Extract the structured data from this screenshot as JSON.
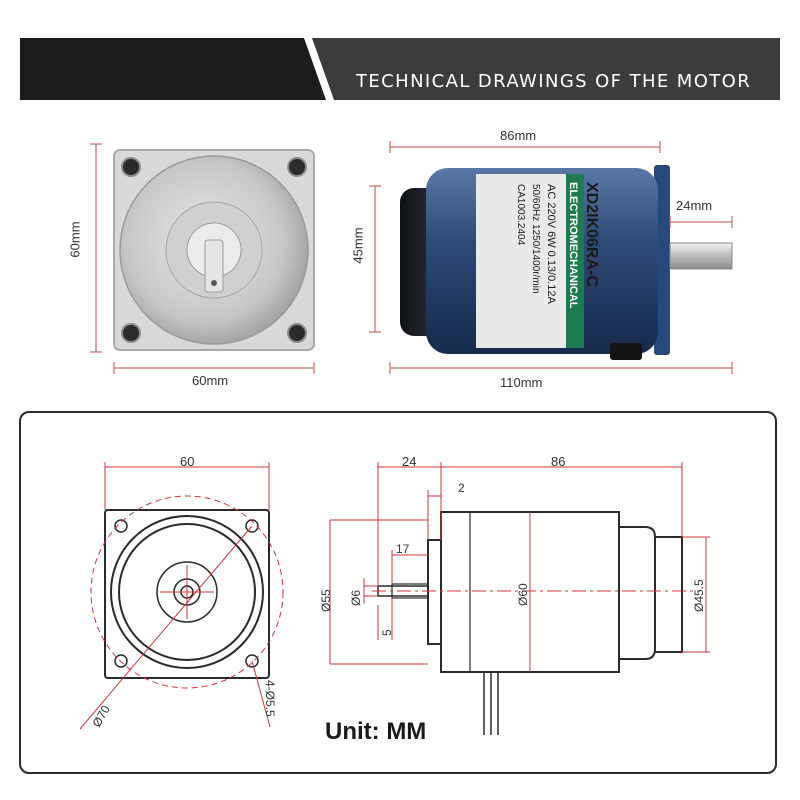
{
  "banner": {
    "title": "TECHNICAL DRAWINGS OF THE MOTOR",
    "colors": {
      "dark": "#1c1c1c",
      "light": "#3c3c3c"
    }
  },
  "photo_dims": {
    "front_height": "60mm",
    "front_width": "60mm",
    "side_body_length": "86mm",
    "side_diameter": "45mm",
    "side_shaft_length": "24mm",
    "side_total_length": "110mm"
  },
  "motor_label": {
    "model": "XD2IK06RA-C",
    "brand": "ELECTROMECHANICAL",
    "line1": "AC 220V   6W   0.13/0.12A",
    "line2": "50/60Hz  1250/1400r/min",
    "line3": "CA1003.2404",
    "label_color": "#e9e9ea",
    "body_color": "#2e4a77",
    "stripe_color": "#1e7a4f"
  },
  "drawing": {
    "front": {
      "width": "60",
      "diameter": "Ø70",
      "holes": "4-Ø5.5"
    },
    "side": {
      "shaft_length": "24",
      "body_length": "86",
      "key_offset": "2",
      "key_length": "17",
      "pilot_dia": "Ø55",
      "shaft_dia": "Ø6",
      "key_width": "5",
      "body_dia": "Ø60",
      "rear_dia": "Ø45.5"
    },
    "line_color": "#d0343a",
    "unit": "Unit: MM"
  }
}
